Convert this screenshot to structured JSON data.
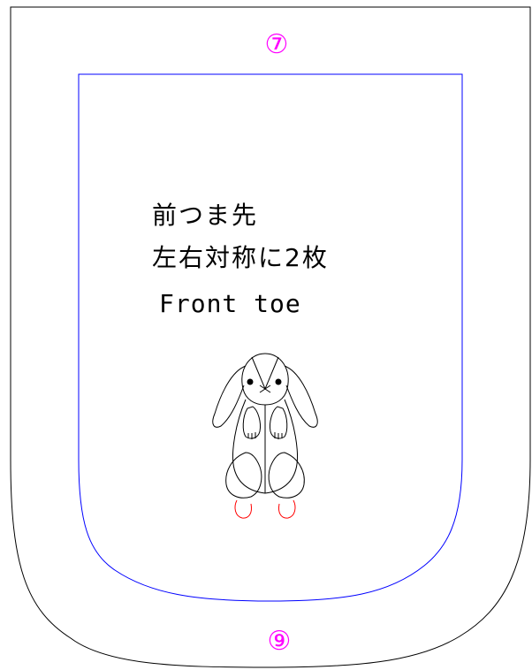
{
  "diagram": {
    "labels": {
      "name_jp": "前つま先",
      "instruction_jp": "左右対称に2枚",
      "name_en": "Front toe"
    },
    "markers": {
      "top": "⑦",
      "bottom": "⑨"
    },
    "colors": {
      "outer_cut_line": "#000000",
      "stitch_line": "#0000ff",
      "marker": "#ff00ff",
      "bunny_outline": "#000000",
      "bunny_feet": "#ff0000"
    }
  }
}
